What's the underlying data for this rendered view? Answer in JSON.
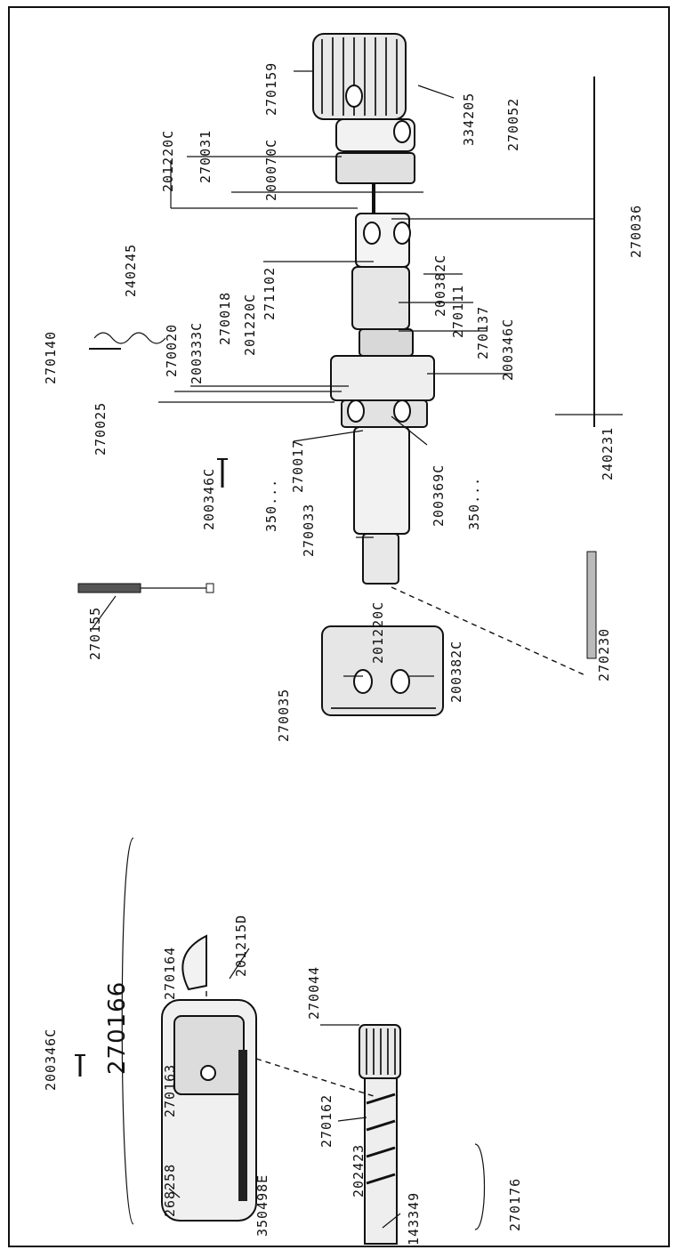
{
  "parts": {
    "p270159": "270159",
    "p334205": "334205",
    "p270052": "270052",
    "p270031": "270031",
    "p200070C": "200070C",
    "p201220C_a": "201220C",
    "p270036": "270036",
    "p200382C_a": "200382C",
    "p271102": "271102",
    "p270111": "270111",
    "p270137": "270137",
    "p200346C_a": "200346C",
    "p201220C_b": "201220C",
    "p270018": "270018",
    "p200333C": "200333C",
    "p270020": "270020",
    "p270140": "270140",
    "p240245": "240245",
    "p270025": "270025",
    "p240231": "240231",
    "p350_a": "350...",
    "p200369C": "200369C",
    "p350_b": "350...",
    "p270017": "270017",
    "p200346C_b": "200346C",
    "p270033": "270033",
    "p270230": "270230",
    "p270155": "270155",
    "p201220C_c": "201220C",
    "p200382C_b": "200382C",
    "p270035": "270035",
    "p201215D": "201215D",
    "p270164": "270164",
    "p270166": "270166",
    "p270044": "270044",
    "p200346C_c": "200346C",
    "p270163": "270163",
    "p270162": "270162",
    "p268258": "268258",
    "p350498E": "350498E",
    "p202423": "202423",
    "p143349": "143349",
    "p270176": "270176"
  }
}
